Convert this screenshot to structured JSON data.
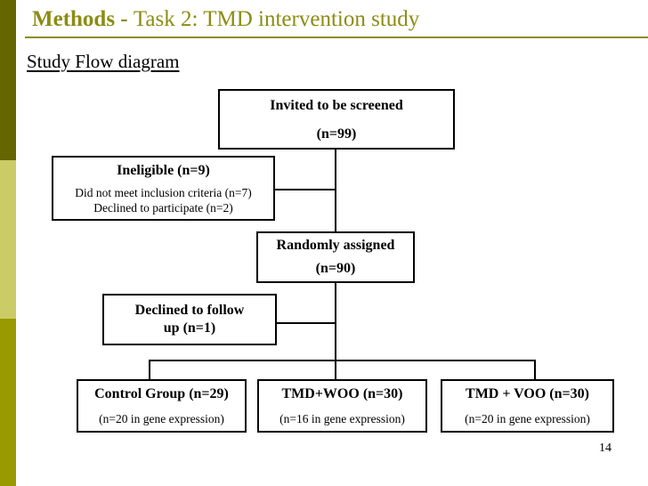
{
  "slide": {
    "header": {
      "title_strong": "Methods - ",
      "title_rest": "Task 2: TMD intervention study",
      "accent_color": "#8C8C14"
    },
    "section_caption": "Study Flow diagram",
    "page_number": "14",
    "sidebar": {
      "bands": [
        {
          "name": "band-top",
          "color": "#666600"
        },
        {
          "name": "band-mid",
          "color": "#CCCC66"
        },
        {
          "name": "band-bottom",
          "color": "#999900"
        }
      ]
    }
  },
  "flow": {
    "invited": {
      "title": "Invited to be screened",
      "sub": "(n=99)"
    },
    "ineligible": {
      "title": "Ineligible (n=9)",
      "note1": "Did not meet inclusion criteria (n=7)",
      "note2": "Declined to participate (n=2)"
    },
    "randomized": {
      "title": "Randomly assigned",
      "sub": "(n=90)"
    },
    "declined_followup": {
      "line1": "Declined to follow",
      "line2": "up (n=1)"
    },
    "arms": [
      {
        "title": "Control Group (n=29)",
        "note": "(n=20 in gene expression)"
      },
      {
        "title": "TMD+WOO (n=30)",
        "note": "(n=16 in gene expression)"
      },
      {
        "title": "TMD + VOO (n=30)",
        "note": "(n=20 in gene expression)"
      }
    ]
  }
}
